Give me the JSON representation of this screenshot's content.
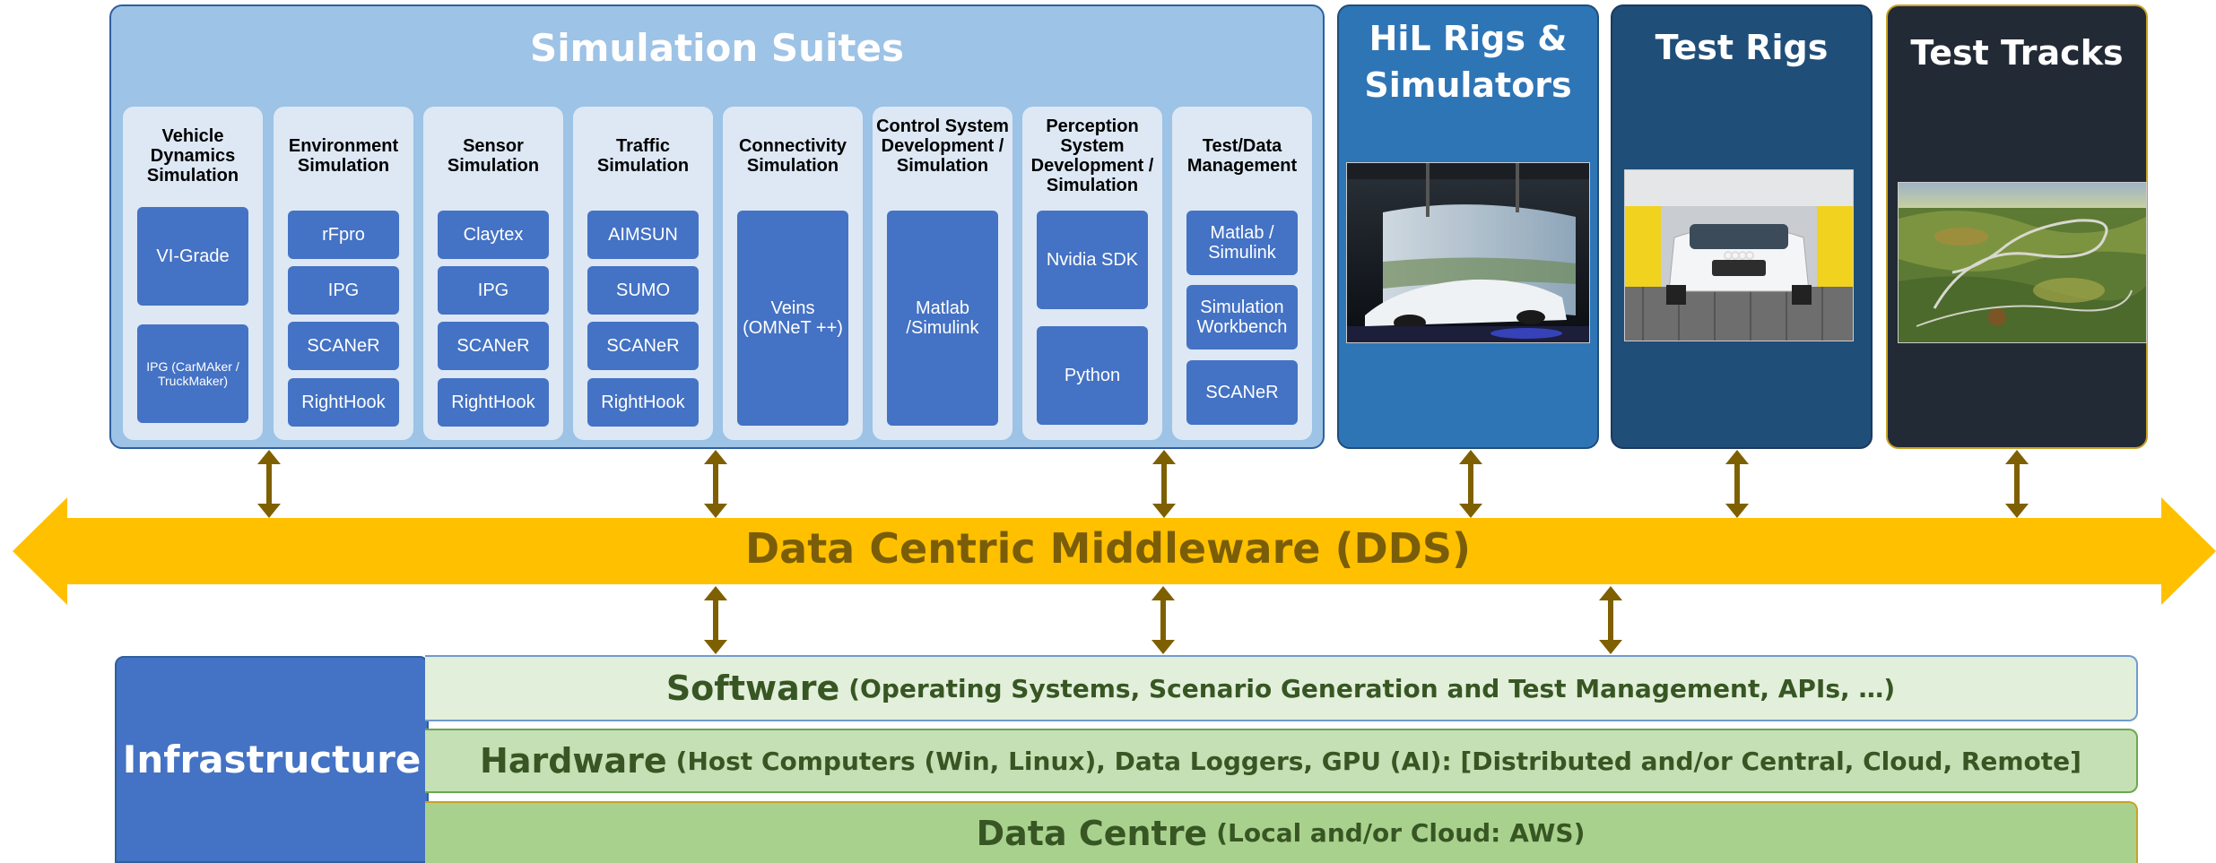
{
  "simulation_suites": {
    "title": "Simulation Suites",
    "categories": [
      {
        "title": "Vehicle Dynamics Simulation",
        "tools": [
          "VI-Grade",
          "IPG (CarMAker / TruckMaker)"
        ]
      },
      {
        "title": "Environment Simulation",
        "tools": [
          "rFpro",
          "IPG",
          "SCANeR",
          "RightHook"
        ]
      },
      {
        "title": "Sensor Simulation",
        "tools": [
          "Claytex",
          "IPG",
          "SCANeR",
          "RightHook"
        ]
      },
      {
        "title": "Traffic Simulation",
        "tools": [
          "AIMSUN",
          "SUMO",
          "SCANeR",
          "RightHook"
        ]
      },
      {
        "title": "Connectivity Simulation",
        "tools": [
          "Veins (OMNeT ++)"
        ]
      },
      {
        "title": "Control System Development / Simulation",
        "tools": [
          "Matlab /Simulink"
        ]
      },
      {
        "title": "Perception System Development / Simulation",
        "tools": [
          "Nvidia SDK",
          "Python"
        ]
      },
      {
        "title": "Test/Data Management",
        "tools": [
          "Matlab / Simulink",
          "Simulation Workbench",
          "SCANeR"
        ]
      }
    ]
  },
  "rigs": [
    {
      "title": "HiL Rigs & Simulators",
      "color": "#2e75b6"
    },
    {
      "title": "Test Rigs",
      "color": "#1f4e79"
    },
    {
      "title": "Test Tracks",
      "color": "#222a35"
    }
  ],
  "middleware": {
    "label": "Data Centric Middleware (DDS)",
    "color": "#ffc000"
  },
  "infrastructure": {
    "label": "Infrastructure",
    "layers": [
      {
        "name": "Software",
        "detail": "(Operating Systems, Scenario Generation and Test Management, APIs, …)",
        "color": "#e2efda"
      },
      {
        "name": "Hardware",
        "detail": "(Host Computers (Win, Linux), Data Loggers, GPU (AI): [Distributed and/or Central, Cloud, Remote]",
        "color": "#c5e0b4"
      },
      {
        "name": "Data Centre",
        "detail": "(Local and/or Cloud: AWS)",
        "color": "#a9d18e"
      }
    ]
  }
}
